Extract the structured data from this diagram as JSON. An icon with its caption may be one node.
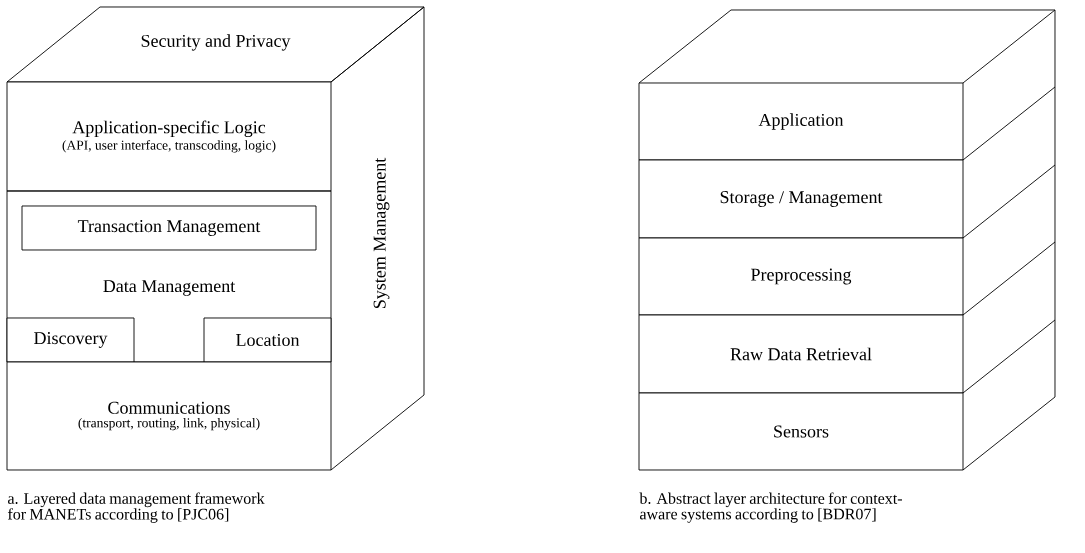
{
  "diagram": {
    "nodes": [
      {
        "text": [
          "Security and Privacy"
        ]
      },
      {
        "text": [
          "System Management"
        ]
      },
      {
        "text": [
          "Application-specific Logic",
          "(API, user interface, transcoding, logic)"
        ]
      },
      {
        "text": [
          "Data Management"
        ]
      },
      {
        "text": [
          "Transaction Management"
        ],
        "in": 3
      },
      {
        "text": [
          "Discovery"
        ],
        "in": 3
      },
      {
        "text": [
          "Location"
        ],
        "in": 3
      },
      {
        "text": [
          "Communications",
          "(transport, routing, link, physical)"
        ]
      },
      {
        "text": [
          "Application"
        ]
      },
      {
        "text": [
          "Storage / Management"
        ]
      },
      {
        "text": [
          "Preprocessing"
        ]
      },
      {
        "text": [
          "Raw Data Retrieval"
        ]
      },
      {
        "text": [
          "Sensors"
        ]
      }
    ],
    "edges": [],
    "labels": [
      "a. Layered data management framework for MANETs according to [PJC06]",
      "b. Abstract layer architecture for context-aware systems according to [BDR07]"
    ]
  }
}
